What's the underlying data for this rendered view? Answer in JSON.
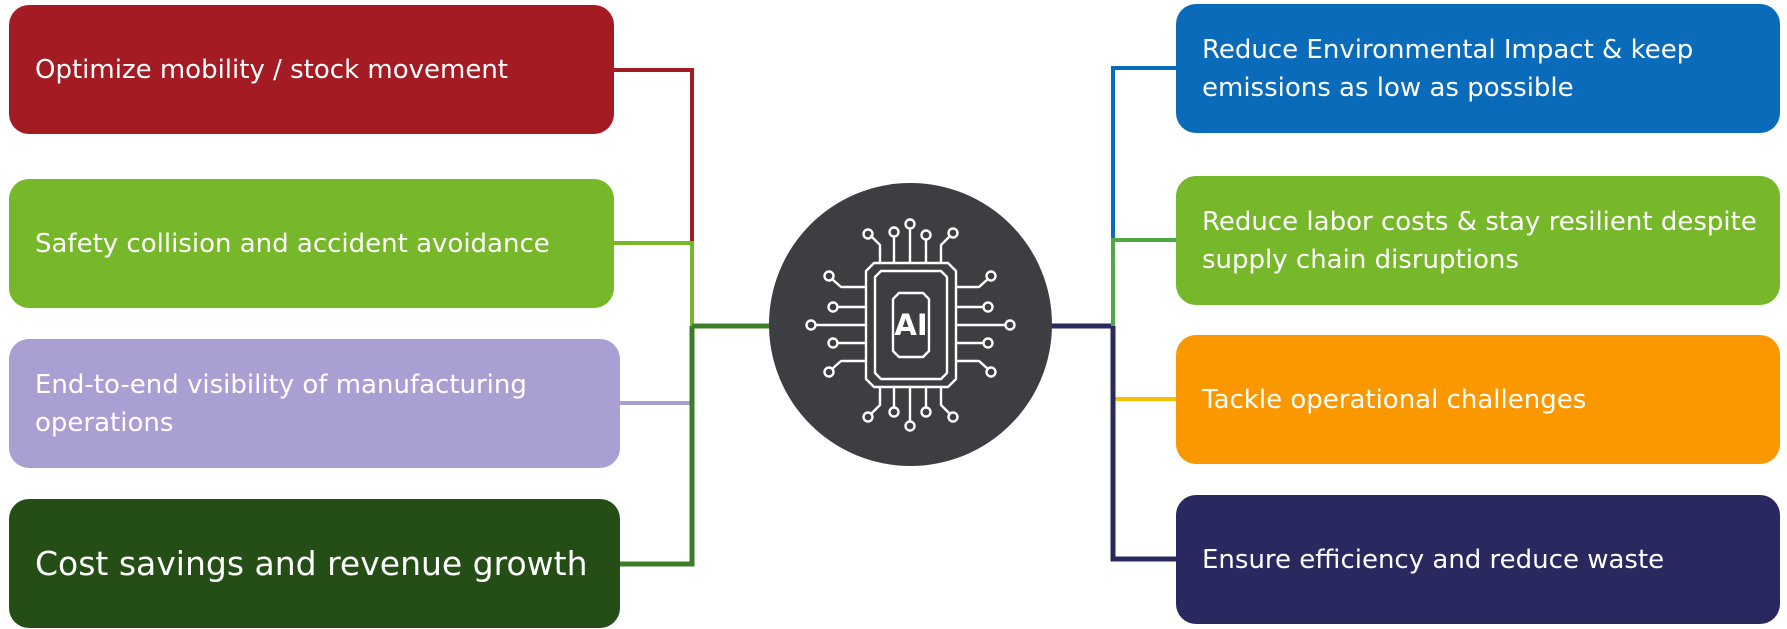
{
  "hub": {
    "label": "AI",
    "icon": "ai-chip-icon",
    "background": "#3c3e42"
  },
  "left_items": [
    {
      "id": "mobility",
      "label": "Optimize mobility / stock movement",
      "color": "#a51b24"
    },
    {
      "id": "safety",
      "label": "Safety collision and accident avoidance",
      "color": "#76b82a"
    },
    {
      "id": "visibility",
      "label": "End-to-end visibility of manufacturing operations",
      "color": "#a99fd3"
    },
    {
      "id": "cost",
      "label": "Cost savings and revenue growth",
      "color": "#254e16"
    }
  ],
  "right_items": [
    {
      "id": "environment",
      "label": "Reduce Environmental Impact & keep emissions as low as possible",
      "color": "#0a6bba"
    },
    {
      "id": "labor",
      "label": "Reduce labor costs & stay resilient despite supply chain disruptions",
      "color": "#76b82a"
    },
    {
      "id": "operational",
      "label": "Tackle operational challenges",
      "color": "#fb9800"
    },
    {
      "id": "efficiency",
      "label": "Ensure efficiency and reduce waste",
      "color": "#29285f"
    }
  ],
  "connector_colors": {
    "left_trunk": "#3d7d28",
    "right_trunk": "#29285f",
    "environment_line": "#0a6bba",
    "labor_line": "#4fa843",
    "operational_line": "#f6c000"
  }
}
